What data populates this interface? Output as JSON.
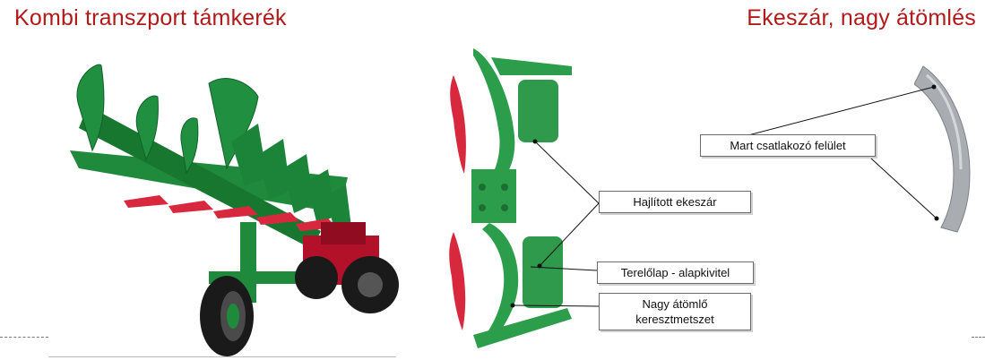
{
  "titles": {
    "left": "Kombi transzport támkerék",
    "right": "Ekeszár, nagy átömlés"
  },
  "callouts": {
    "mart": "Mart csatlakozó felület",
    "hajlitott": "Hajlított ekeszár",
    "terelo": "Terelőlap - alapkivitel",
    "atomlo": "Nagy átömlő keresztmetszet"
  },
  "colors": {
    "title_red": "#b01a1a",
    "implement_green": "#1f8a3c",
    "share_red": "#d8283e",
    "tractor_red": "#b3102a",
    "tire_black": "#1a1a1a",
    "steel_gray": "#a9adb2"
  }
}
